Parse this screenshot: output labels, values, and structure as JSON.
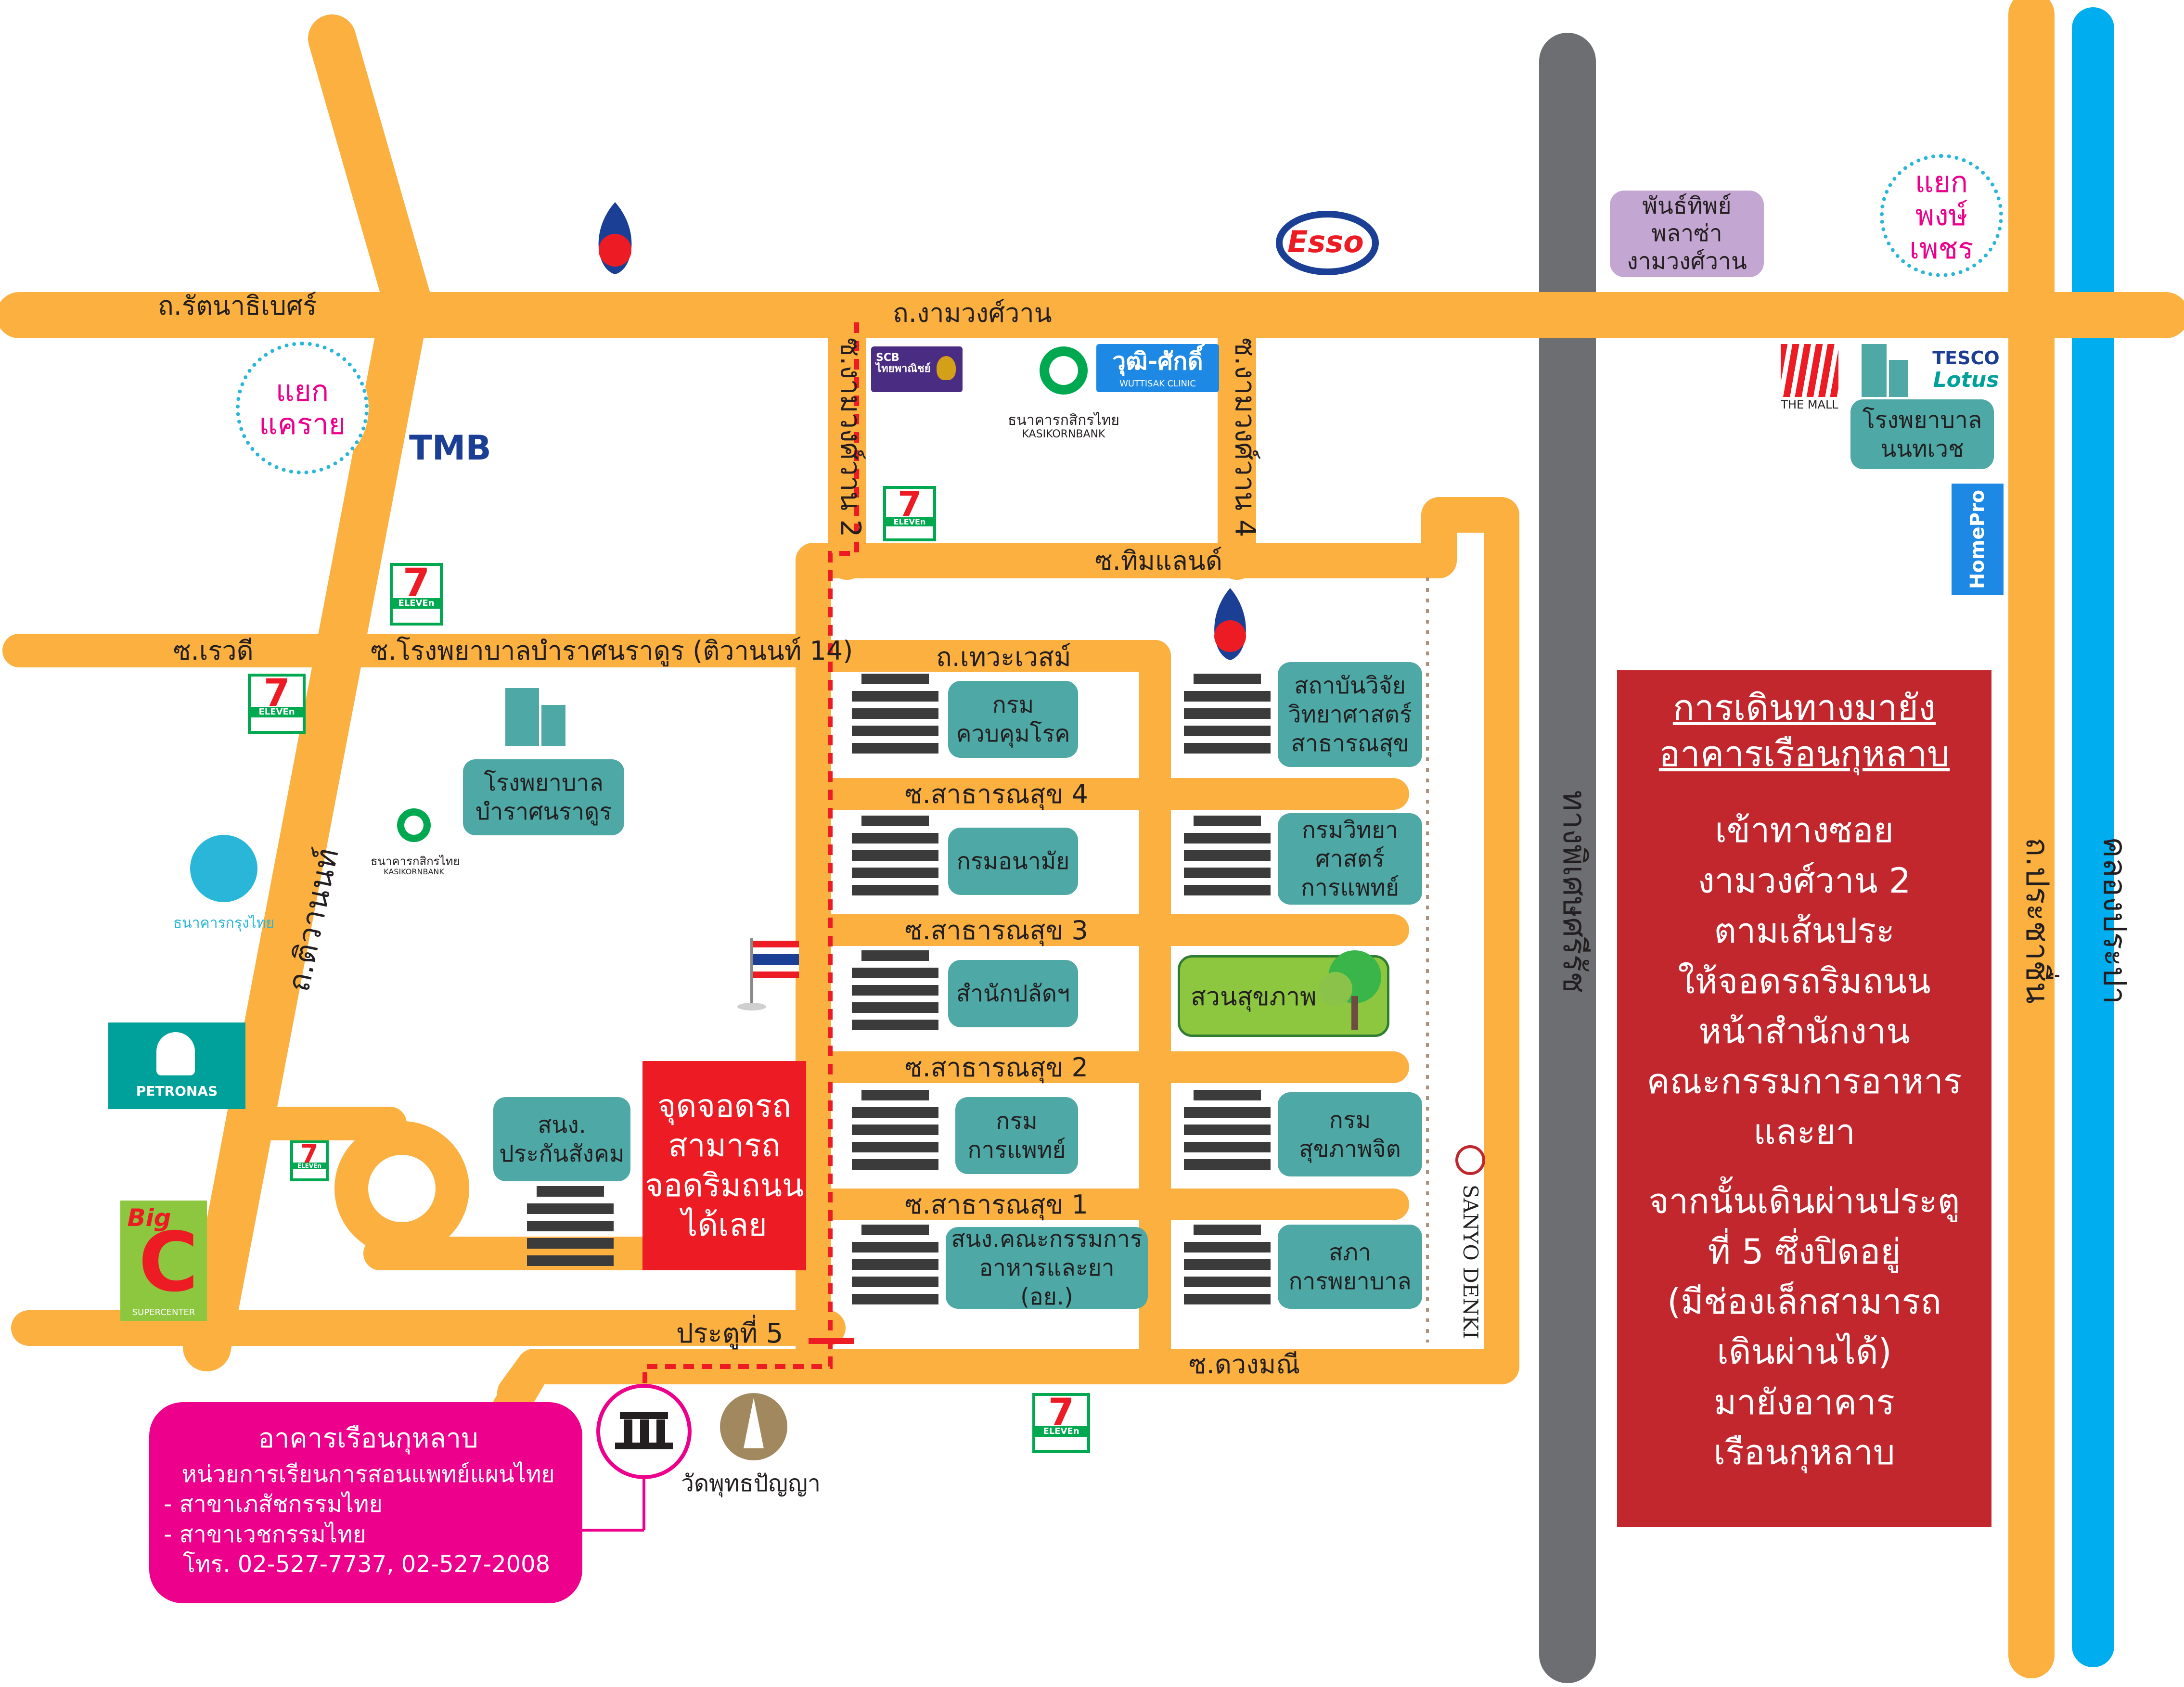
{
  "roads": {
    "rattanathibet": "ถ.รัตนาธิเบศร์",
    "ngamwongwan": "ถ.งามวงศ์วาน",
    "soi_ngamwongwan_2": "ซ.งามวงศ์วาน 2",
    "soi_ngamwongwan_4": "ซ.งามวงศ์วาน 4",
    "soi_thimland": "ซ.ทิมแลนด์",
    "soi_rewadee": "ซ.เรวดี",
    "soi_bamrasnaradura": "ซ.โรงพยาบาลบำราศนราดูร (ติวานนท์ 14)",
    "thewawet": "ถ.เทวะเวสม์",
    "soi_sathansuk_4": "ซ.สาธารณสุข 4",
    "soi_sathansuk_3": "ซ.สาธารณสุข 3",
    "soi_sathansuk_2": "ซ.สาธารณสุข 2",
    "soi_sathansuk_1": "ซ.สาธารณสุข 1",
    "soi_duangmanee": "ซ.ดวงมณี",
    "tiwanon": "ถ.ติวานนท์",
    "expressway": "ทางพิเศษศรีรัช",
    "prachachuen": "ถ.ประชาชื่น",
    "khlong_prapa": "คลองประปา"
  },
  "junctions": {
    "khae_rai": "แยก\nแคราย",
    "phong_phet": "แยก\nพงษ์เพชร"
  },
  "buildings": {
    "disease_control": "กรม\nควบคุมโรค",
    "health_dept": "กรมอนามัย",
    "permanent_secretary": "สำนักปลัดฯ",
    "medical_services": "กรม\nการแพทย์",
    "fda_office": "สนง.คณะกรรมการ\nอาหารและยา (อย.)",
    "public_health_institute": "สถาบันวิจัย\nวิทยาศาสตร์\nสาธารณสุข",
    "medical_sciences": "กรมวิทยา\nศาสตร์\nการแพทย์",
    "mental_health": "กรม\nสุขภาพจิต",
    "nursing_council": "สภา\nการพยาบาล",
    "social_security": "สนง.\nประกันสังคม",
    "bamrasnaradura_hospital": "โรงพยาบาล\nบำราศนราดูร",
    "nonthavej_hospital": "โรงพยาบาล\nนนทเวช",
    "health_park": "สวนสุขภาพ",
    "phanthip_plaza": "พันธ์ทิพย์\nพลาซ่า\nงามวงศ์วาน"
  },
  "parking": "จุดจอดรถ\nสามารถ\nจอดริมถนน\nได้เลย",
  "gate5": "ประตูที่ 5",
  "temple": "วัดพุทธปัญญา",
  "destination": {
    "name": "อาคารเรือนกุหลาบ",
    "unit": "หน่วยการเรียนการสอนแพทย์แผนไทย",
    "line1": "- สาขาเภสัชกรรมไทย",
    "line2": "- สาขาเวชกรรมไทย",
    "phone": "โทร. 02-527-7737, 02-527-2008"
  },
  "directions": {
    "title": "การเดินทางมายัง\nอาคารเรือนกุหลาบ",
    "step1": "เข้าทางซอย\nงามวงศ์วาน 2\nตามเส้นประ\nให้จอดรถริมถนน\nหน้าสำนักงาน\nคณะกรรมการอาหาร\nและยา",
    "step2": "จากนั้นเดินผ่านประตู\nที่ 5 ซึ่งปิดอยู่\n(มีช่องเล็กสามารถ\nเดินผ่านได้)\nมายังอาคาร\nเรือนกุหลาบ"
  },
  "brands": {
    "tmb": "TMB",
    "esso": "Esso",
    "seven_eleven": "7",
    "eleven_text": "ELEVEn",
    "scb": "SCB\nไทยพาณิชย์",
    "kbank": "ธนาคารกสิกรไทย",
    "kbank_en": "KASIKORNBANK",
    "wuttisak": "วุฒิ-ศักดิ์",
    "wuttisak_en": "WUTTISAK CLINIC",
    "ktb": "ธนาคารกรุงไทย",
    "petronas": "PETRONAS",
    "bigc": "Big",
    "bigc_c": "C",
    "bigc_super": "SUPERCENTER",
    "the_mall": "THE MALL",
    "tesco": "TESCO",
    "lotus": "Lotus",
    "homepro": "HomePro",
    "sanyo": "SANYO DENKI"
  },
  "colors": {
    "road": "#fbb040",
    "expressway": "#6d6e71",
    "canal": "#00aeef",
    "building": "#4ea9a6",
    "route": "#ed1c24",
    "destination": "#ec008c",
    "panel": "#c1272d"
  }
}
